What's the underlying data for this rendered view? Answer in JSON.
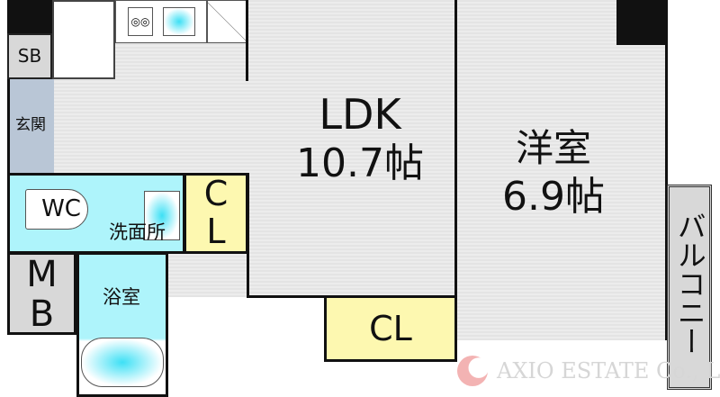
{
  "rooms": {
    "sb": "SB",
    "genkan": "玄関",
    "ldk_name": "LDK",
    "ldk_size": "10.7帖",
    "youshitsu_name": "洋室",
    "youshitsu_size": "6.9帖",
    "wc": "WC",
    "senmenjo": "洗面所",
    "cl_small_1": "C",
    "cl_small_2": "L",
    "mb_1": "M",
    "mb_2": "B",
    "yokushitsu": "浴室",
    "cl_large": "CL",
    "balcony": "バルコニー"
  },
  "watermark": "AXIO ESTATE Co., Ltd",
  "colors": {
    "floor": "#e8e8e8",
    "genkan": "#b9c6d6",
    "wet_area": "#aef4fb",
    "closet": "#fdf8b0",
    "storage": "#d8d8d8",
    "wall": "#111111",
    "watermark": "#d9d9d9",
    "logo": "#f0a0a0"
  }
}
